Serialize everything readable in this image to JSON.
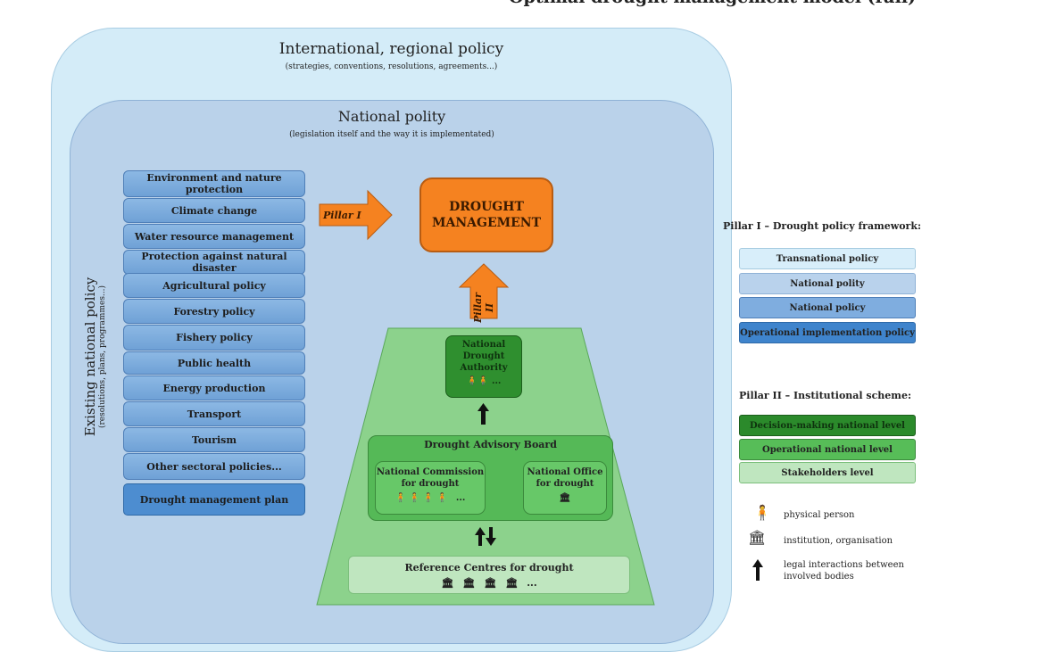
{
  "title": "Optimal drought management model (full)",
  "international": {
    "title": "International, regional policy",
    "subtitle": "(strategies, conventions, resolutions, agreements...)"
  },
  "national_polity": {
    "title": "National polity",
    "subtitle": "(legislation itself and the way it is implementated)"
  },
  "existing_policy": {
    "title": "Existing national policy",
    "subtitle": "(resolutions, plans, programmes...)",
    "items": [
      "Environment and nature protection",
      "Climate change",
      "Water resource management",
      "Protection against natural disaster",
      "Agricultural policy",
      "Forestry policy",
      "Fishery policy",
      "Public health",
      "Energy production",
      "Transport",
      "Tourism",
      "Other sectoral policies..."
    ],
    "plan": "Drought management plan"
  },
  "drought_management": {
    "line1": "DROUGHT",
    "line2": "MANAGEMENT"
  },
  "pillar1_label": "Pillar I",
  "pillar2_label": "Pillar II",
  "authority": {
    "line1": "National",
    "line2": "Drought",
    "line3": "Authority",
    "ellipsis": "..."
  },
  "advisory_board": {
    "title": "Drought Advisory Board",
    "commission_line1": "National Commission",
    "commission_line2": "for drought",
    "commission_ellipsis": "...",
    "office_line1": "National Office",
    "office_line2": "for drought"
  },
  "reference_centres": {
    "title": "Reference Centres for drought",
    "ellipsis": "..."
  },
  "legend": {
    "pillar1_title": "Pillar I – Drought policy framework:",
    "pillar1_items": [
      {
        "label": "Transnational policy",
        "color": "#d8eefa"
      },
      {
        "label": "National polity",
        "color": "#b9d2ec"
      },
      {
        "label": "National policy",
        "color": "#7faddf"
      },
      {
        "label": "Operational implementation policy",
        "color": "#3f84cc"
      }
    ],
    "pillar2_title": "Pillar II – Institutional scheme:",
    "pillar2_items": [
      {
        "label": "Decision-making national level",
        "color": "#2b8a2b"
      },
      {
        "label": "Operational national level",
        "color": "#57bd58"
      },
      {
        "label": "Stakeholders level",
        "color": "#bfe6bf"
      }
    ],
    "symbols": {
      "person": "physical person",
      "institution": "institution, organisation",
      "interaction_line1": "legal interactions between",
      "interaction_line2": "involved bodies"
    }
  },
  "colors": {
    "orange": "#f58220",
    "dark_green": "#2f8f2f",
    "mid_green": "#55b957",
    "light_green": "#bfe6bf"
  }
}
